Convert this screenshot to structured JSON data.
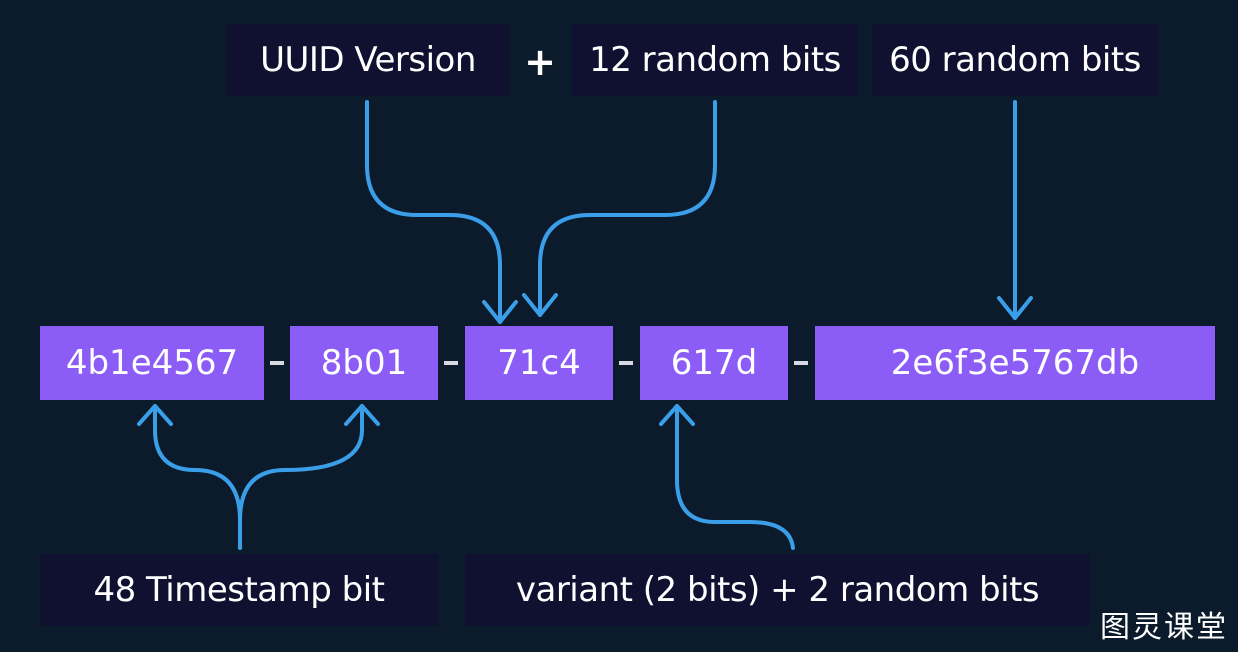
{
  "top_labels": {
    "version": "UUID Version",
    "plus": "+",
    "random12": "12 random bits",
    "random60": "60 random bits"
  },
  "segments": {
    "seg1": "4b1e4567",
    "seg2": "8b01",
    "seg3": "71c4",
    "seg4": "617d",
    "seg5": "2e6f3e5767db"
  },
  "bottom_labels": {
    "timestamp": "48 Timestamp bit",
    "variant": "variant (2 bits) + 2 random bits"
  },
  "watermark": "图灵课堂",
  "colors": {
    "background": "#0b1b2b",
    "label_box": "#101130",
    "segment_box": "#8b5cf6",
    "arrow": "#3b9ee8"
  }
}
